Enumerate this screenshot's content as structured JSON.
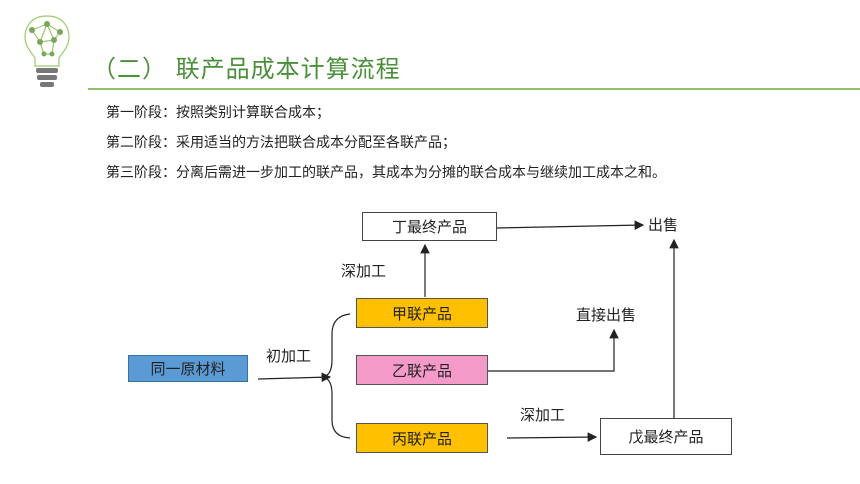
{
  "header": {
    "title": "（二） 联产品成本计算流程",
    "logo_icon": "lightbulb-network-icon",
    "accent_color": "#4a8f3a"
  },
  "stages": [
    "第一阶段：按照类别计算联合成本；",
    "第二阶段：采用适当的方法把联合成本分配至各联产品；",
    "第三阶段：分离后需进一步加工的联产品，其成本为分摊的联合成本与继续加工成本之和。"
  ],
  "flowchart": {
    "raw_material": "同一原材料",
    "initial_processing": "初加工",
    "product_a": "甲联产品",
    "product_b": "乙联产品",
    "product_c": "丙联产品",
    "final_d": "丁最终产品",
    "final_e": "戊最终产品",
    "deep_processing_top": "深加工",
    "deep_processing_bottom": "深加工",
    "direct_sale": "直接出售",
    "sale": "出售",
    "colors": {
      "raw_material": "#5b9bd5",
      "product_a": "#ffc000",
      "product_b": "#f49ac9",
      "product_c": "#ffc000"
    }
  }
}
